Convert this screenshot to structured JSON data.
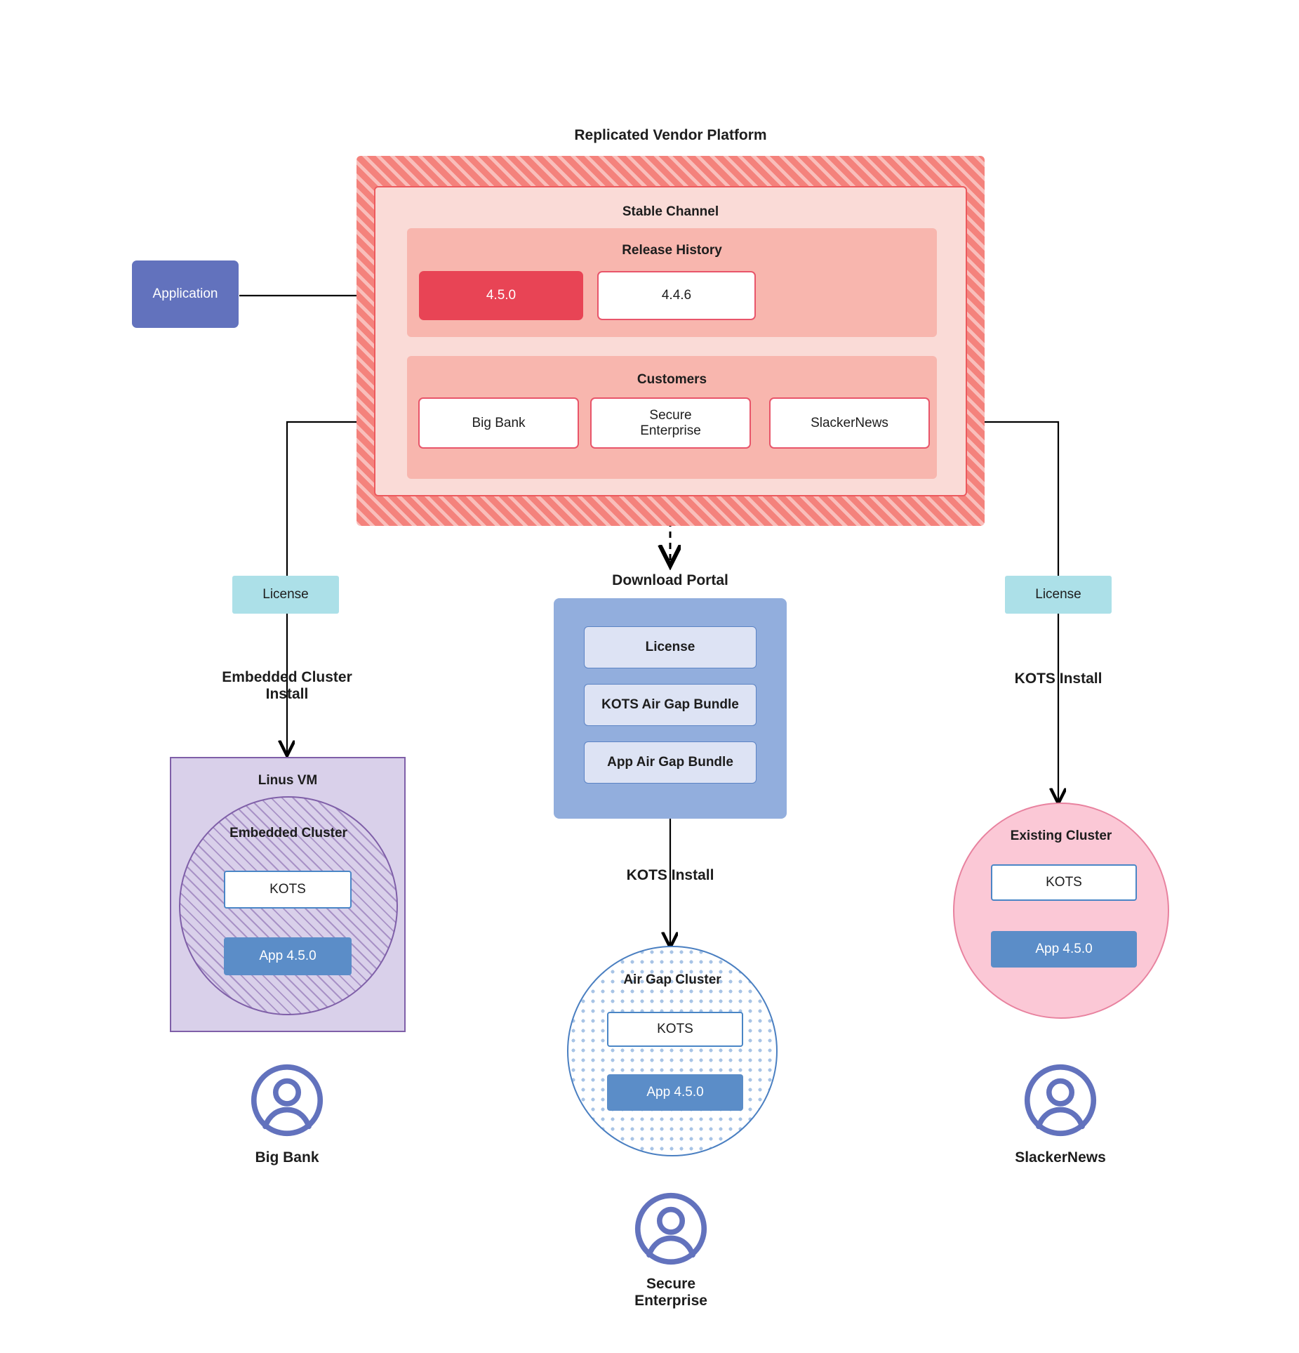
{
  "diagram": {
    "title": "Replicated Vendor Platform",
    "source": {
      "application_label": "Application"
    },
    "channel": {
      "title": "Stable Channel",
      "release_history": {
        "title": "Release History",
        "releases": [
          {
            "version": "4.5.0",
            "state": "current"
          },
          {
            "version": "4.4.6",
            "state": "previous"
          }
        ]
      },
      "customers_section": {
        "title": "Customers",
        "customers": [
          {
            "name": "Big Bank"
          },
          {
            "name": "Secure\nEnterprise"
          },
          {
            "name": "SlackerNews"
          }
        ]
      }
    },
    "download_portal": {
      "title": "Download  Portal",
      "items": [
        {
          "label": "License"
        },
        {
          "label": "KOTS Air Gap Bundle"
        },
        {
          "label": "App Air Gap Bundle"
        }
      ]
    },
    "paths": {
      "left": {
        "license_label": "License",
        "install_label": "Embedded Cluster\nInstall",
        "host_title": "Linus VM",
        "cluster_title": "Embedded Cluster",
        "kots_label": "KOTS",
        "app_label": "App 4.5.0",
        "customer_label": "Big Bank",
        "customer_icon": "person-circle-icon"
      },
      "center": {
        "install_label": "KOTS Install",
        "cluster_title": "Air Gap Cluster",
        "kots_label": "KOTS",
        "app_label": "App 4.5.0",
        "customer_label": "Secure\nEnterprise",
        "customer_icon": "person-circle-icon"
      },
      "right": {
        "license_label": "License",
        "install_label": "KOTS Install",
        "cluster_title": "Existing Cluster",
        "kots_label": "KOTS",
        "app_label": "App 4.5.0",
        "customer_label": "SlackerNews",
        "customer_icon": "person-circle-icon"
      }
    },
    "colors": {
      "vendor_hatch": "#f4827c",
      "channel_fill": "#fadbd7",
      "section_fill": "#f8b6ae",
      "release_current": "#e84455",
      "release_border": "#e8556a",
      "application": "#6272bd",
      "license": "#ace0e8",
      "portal": "#92aedd",
      "portal_item": "#dde3f4",
      "vm": "#d9d0ea",
      "vm_border": "#7f5fa8",
      "airgap_border": "#4a7fc1",
      "existing_cluster": "#fbc8d6",
      "existing_border": "#e8829f",
      "kots_border": "#4a86c6",
      "app_version": "#5b8dc8",
      "person": "#6272bd"
    }
  }
}
